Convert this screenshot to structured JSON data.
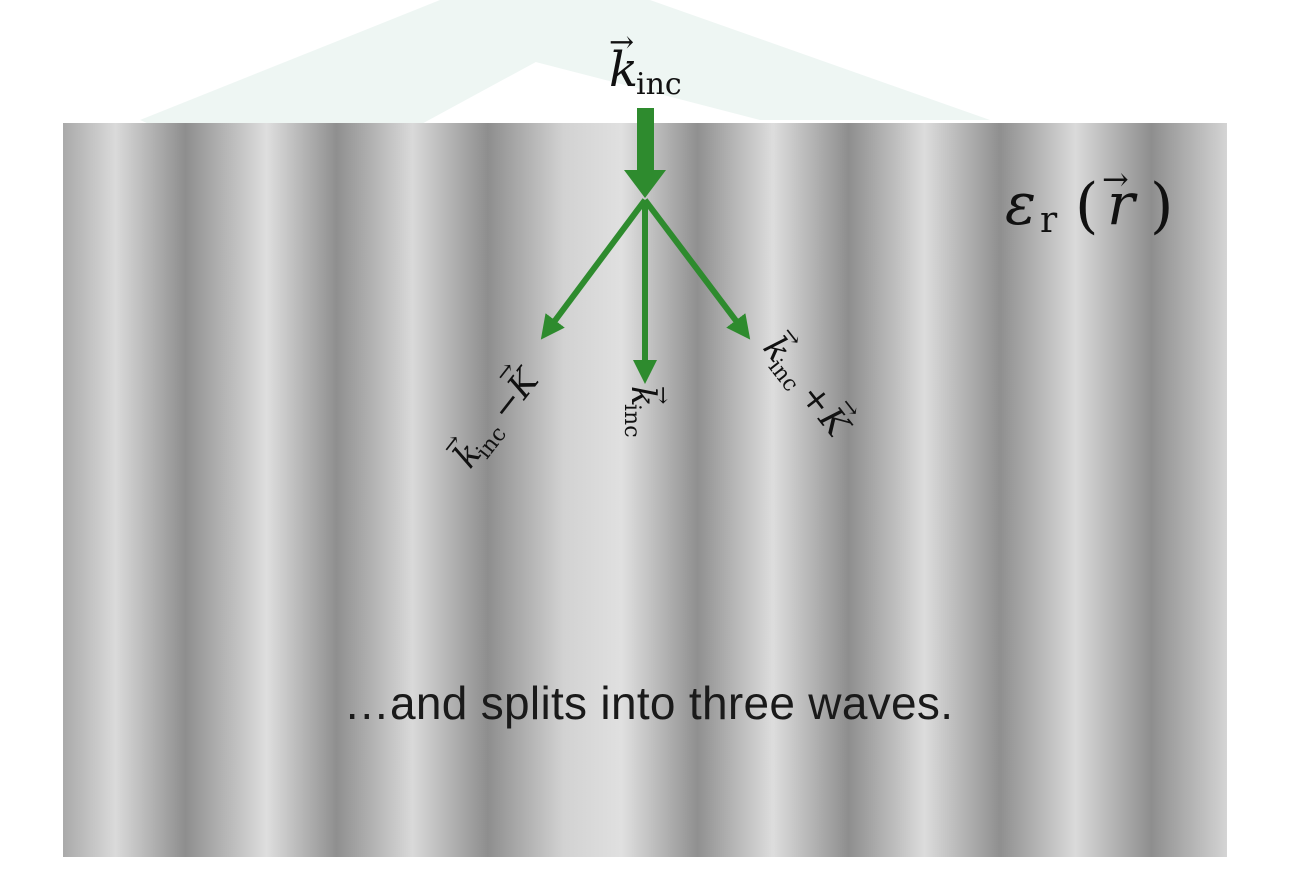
{
  "slide": {
    "incident_label": "k_inc",
    "medium_label": "ε_r (r)",
    "caption": "…and splits into three waves."
  },
  "diagram": {
    "waves": [
      {
        "label": "k_inc − K"
      },
      {
        "label": "k_inc"
      },
      {
        "label": "k_inc + K"
      }
    ]
  },
  "colors": {
    "arrow": "#2e8b2e",
    "watermark": "#e8f3ef",
    "caption": "#1a1a1a"
  }
}
